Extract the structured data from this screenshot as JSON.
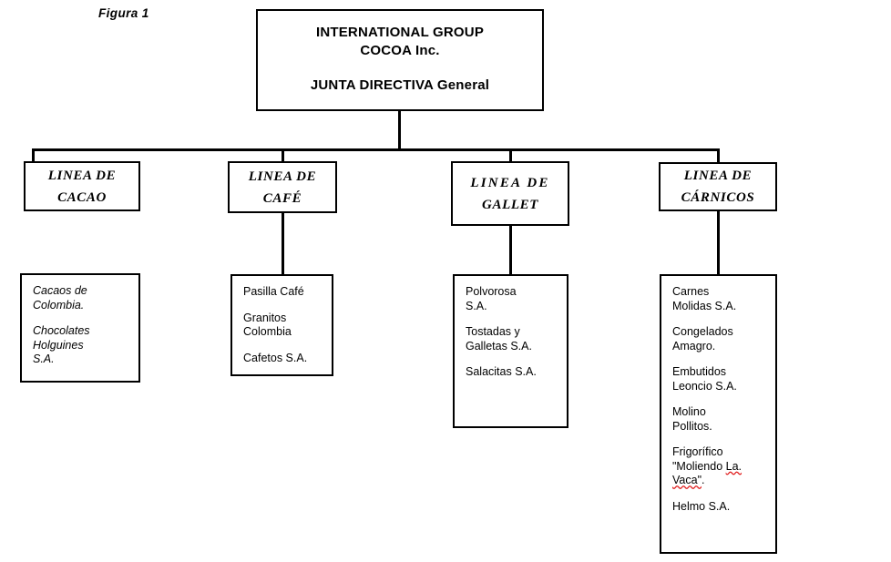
{
  "figure": {
    "label": "Figura 1"
  },
  "root": {
    "line1": "INTERNATIONAL GROUP",
    "line2": "COCOA Inc.",
    "line3": "JUNTA DIRECTIVA General"
  },
  "divisions": [
    {
      "head_line1": "LINEA DE",
      "head_line2": "CACAO",
      "companies": [
        {
          "line1": "Cacaos de",
          "line2": "Colombia."
        },
        {
          "line1": "Chocolates",
          "line2": "Holguines",
          "line3": "S.A."
        }
      ]
    },
    {
      "head_line1": "LINEA DE",
      "head_line2": "CAFÉ",
      "companies": [
        {
          "line1": "Pasilla Café"
        },
        {
          "line1": "Granitos",
          "line2": "Colombia"
        },
        {
          "line1": "Cafetos S.A."
        }
      ]
    },
    {
      "head_line1": "LINEA    DE",
      "head_line2": "GALLET",
      "companies": [
        {
          "line1": "Polvorosa",
          "line2": "S.A."
        },
        {
          "line1": "Tostadas y",
          "line2": "Galletas S.A."
        },
        {
          "line1": "Salacitas S.A."
        }
      ]
    },
    {
      "head_line1": "LINEA DE",
      "head_line2": "CÁRNICOS",
      "companies": [
        {
          "line1": "Carnes",
          "line2": "Molidas S.A."
        },
        {
          "line1": "Congelados",
          "line2": "Amagro."
        },
        {
          "line1": "Embutidos",
          "line2": "Leoncio S.A."
        },
        {
          "line1": "Molino",
          "line2": "Pollitos."
        },
        {
          "line1": "Frigorífico",
          "line2_pre": "\"Moliendo ",
          "line2_misspelled": "La.",
          "line3_misspelled": "Vaca\"",
          "line3_post": "."
        },
        {
          "line1": "Helmo S.A."
        }
      ]
    }
  ],
  "colors": {
    "line": "#000000",
    "text": "#000000",
    "background": "#ffffff",
    "spellcheck_underline": "#e01b1b"
  }
}
